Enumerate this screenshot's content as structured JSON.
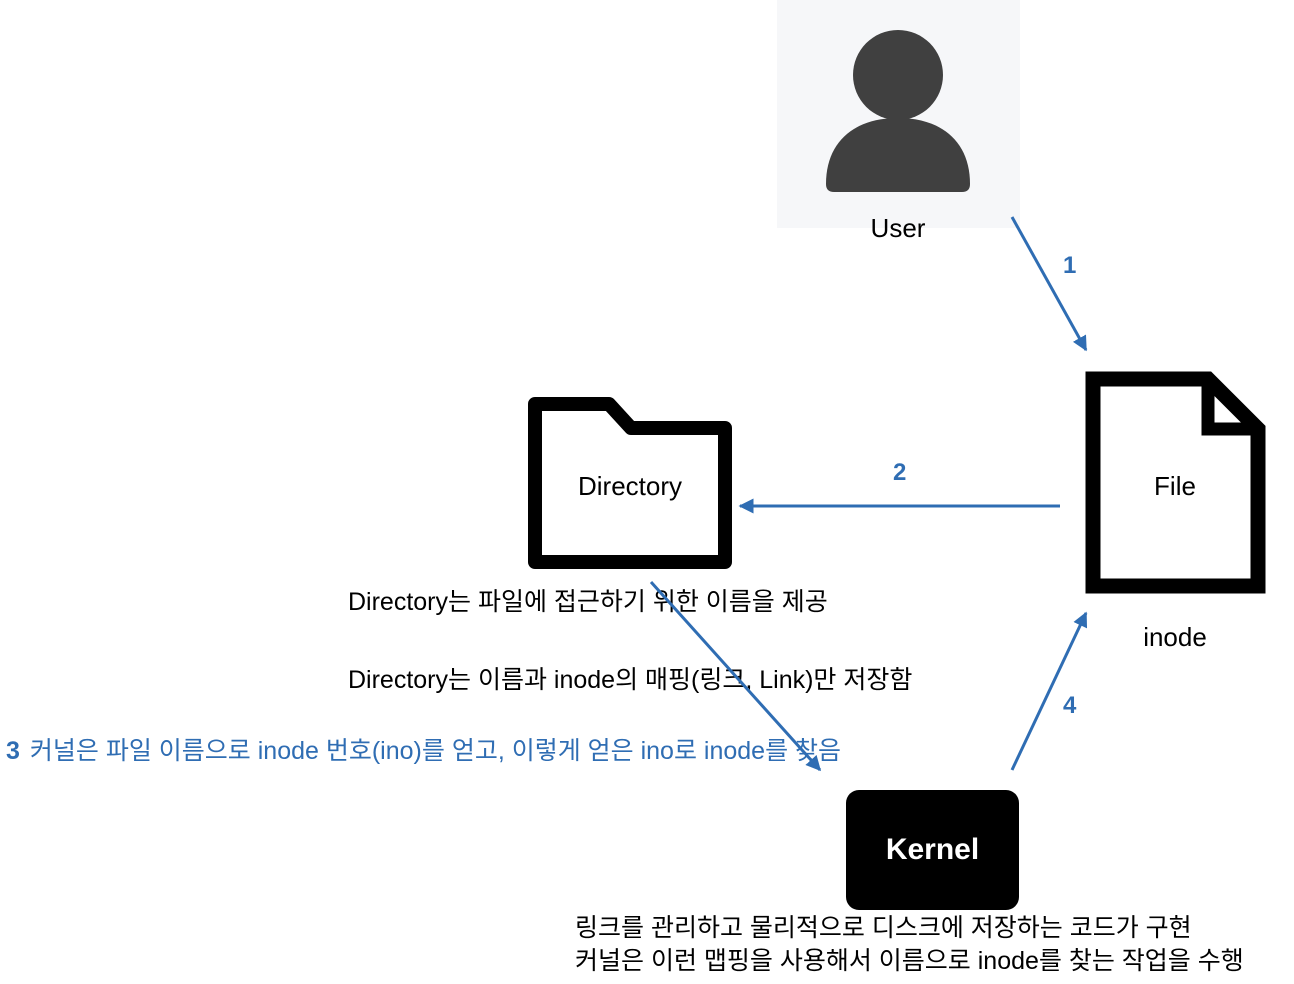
{
  "nodes": {
    "user": {
      "label": "User",
      "icon": "user-icon"
    },
    "file": {
      "label": "File",
      "sublabel": "inode",
      "icon": "file-icon"
    },
    "directory": {
      "label": "Directory",
      "icon": "folder-icon"
    },
    "kernel": {
      "label": "Kernel"
    }
  },
  "edges": [
    {
      "id": "1",
      "from": "user",
      "to": "file"
    },
    {
      "id": "2",
      "from": "file",
      "to": "directory"
    },
    {
      "id": "3",
      "from": "directory",
      "to": "kernel"
    },
    {
      "id": "4",
      "from": "kernel",
      "to": "file"
    }
  ],
  "notes": {
    "directory_line1": "Directory는 파일에 접근하기 위한 이름을 제공",
    "directory_line2": "Directory는 이름과 inode의 매핑(링크, Link)만 저장함",
    "step3_number": "3",
    "step3_text": "커널은 파일 이름으로 inode 번호(ino)를 얻고, 이렇게 얻은 ino로 inode를 찾음",
    "kernel_line1": "링크를 관리하고 물리적으로 디스크에 저장하는 코드가 구현",
    "kernel_line2": "커널은 이런 맵핑을 사용해서 이름으로 inode를 찾는 작업을 수행"
  },
  "colors": {
    "arrow": "#2f6db3",
    "icon": "#404040",
    "node": "#000000"
  }
}
